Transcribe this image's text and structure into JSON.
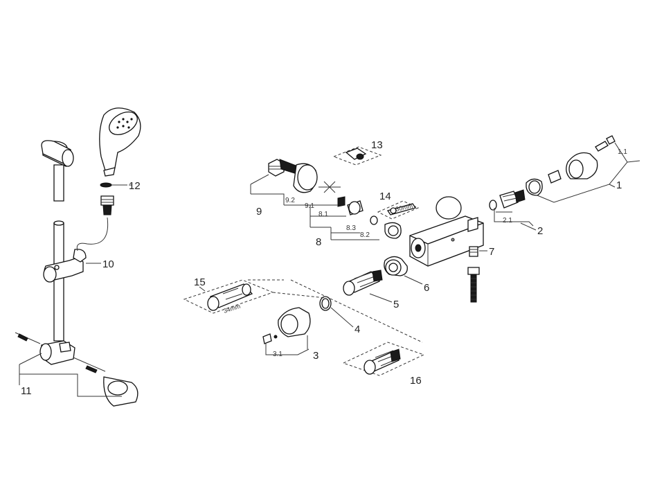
{
  "labels": {
    "p1": "1",
    "p1_1": "1.1",
    "p2": "2",
    "p2_1": "2.1",
    "p3": "3",
    "p3_1": "3.1",
    "p4": "4",
    "p5": "5",
    "p6": "6",
    "p7": "7",
    "p8": "8",
    "p8_1": "8.1",
    "p8_2": "8.2",
    "p8_3": "8.3",
    "p9": "9",
    "p9_1": "9.1",
    "p9_2": "9.2",
    "p10": "10",
    "p11": "11",
    "p12": "12",
    "p13": "13",
    "p14": "14",
    "p15": "15",
    "p16": "16"
  },
  "dimensions": {
    "wrench_size": "30mm",
    "spanner_size": "34mm"
  }
}
